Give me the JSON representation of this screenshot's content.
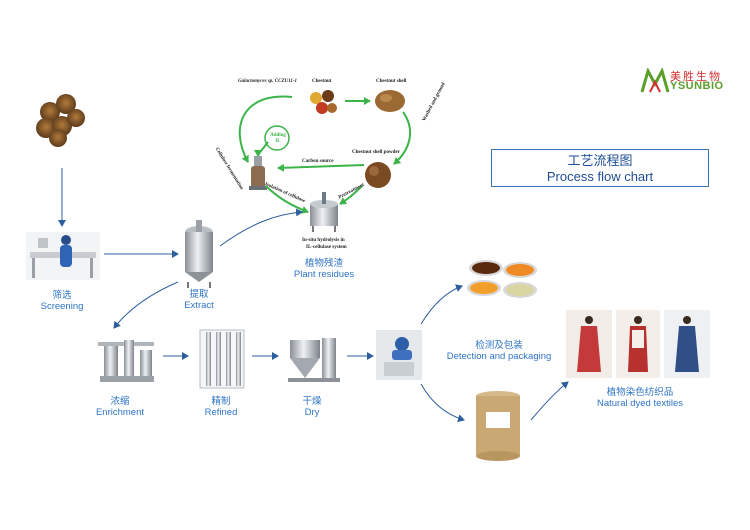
{
  "title": {
    "zh": "工艺流程图",
    "en": "Process flow chart"
  },
  "logo": {
    "zh": "美胜生物",
    "en": "YSUNBIO"
  },
  "steps": {
    "screening": {
      "zh": "筛选",
      "en": "Screening"
    },
    "extract": {
      "zh": "提取",
      "en": "Extract"
    },
    "plant_residues": {
      "zh": "植物残渣",
      "en": "Plant residues"
    },
    "enrichment": {
      "zh": "浓缩",
      "en": "Enrichment"
    },
    "refined": {
      "zh": "精制",
      "en": "Refined"
    },
    "dry": {
      "zh": "干燥",
      "en": "Dry"
    },
    "detection": {
      "zh": "检测及包装",
      "en": "Detection and packaging"
    },
    "textiles": {
      "zh": "植物染色纺织品",
      "en": "Natural dyed textiles"
    }
  },
  "cycle": {
    "organism": "Galactomyces sp. CCZU11-1",
    "chestnut": "Chestnut",
    "chestnut_shell": "Chestnut shell",
    "adding_il": "Adding IL",
    "cellulose_fermentation": "Cellulose fermentation",
    "carbon_source": "Carbon source",
    "shell_powder": "Chestnut shell powder",
    "washed_ground": "Washed and ground",
    "isolation": "Isolation of cellulose",
    "pretreatment": "Pretreatment",
    "hydrolysis_line1": "In-situ hydrolysis in",
    "hydrolysis_line2": "IL-cellulase system"
  },
  "colors": {
    "accent_blue": "#2e74c4",
    "arrow_blue": "#2d5f9e",
    "cycle_green": "#3cb44a",
    "logo_red": "#d62f2f",
    "logo_green": "#5a9e2b"
  }
}
